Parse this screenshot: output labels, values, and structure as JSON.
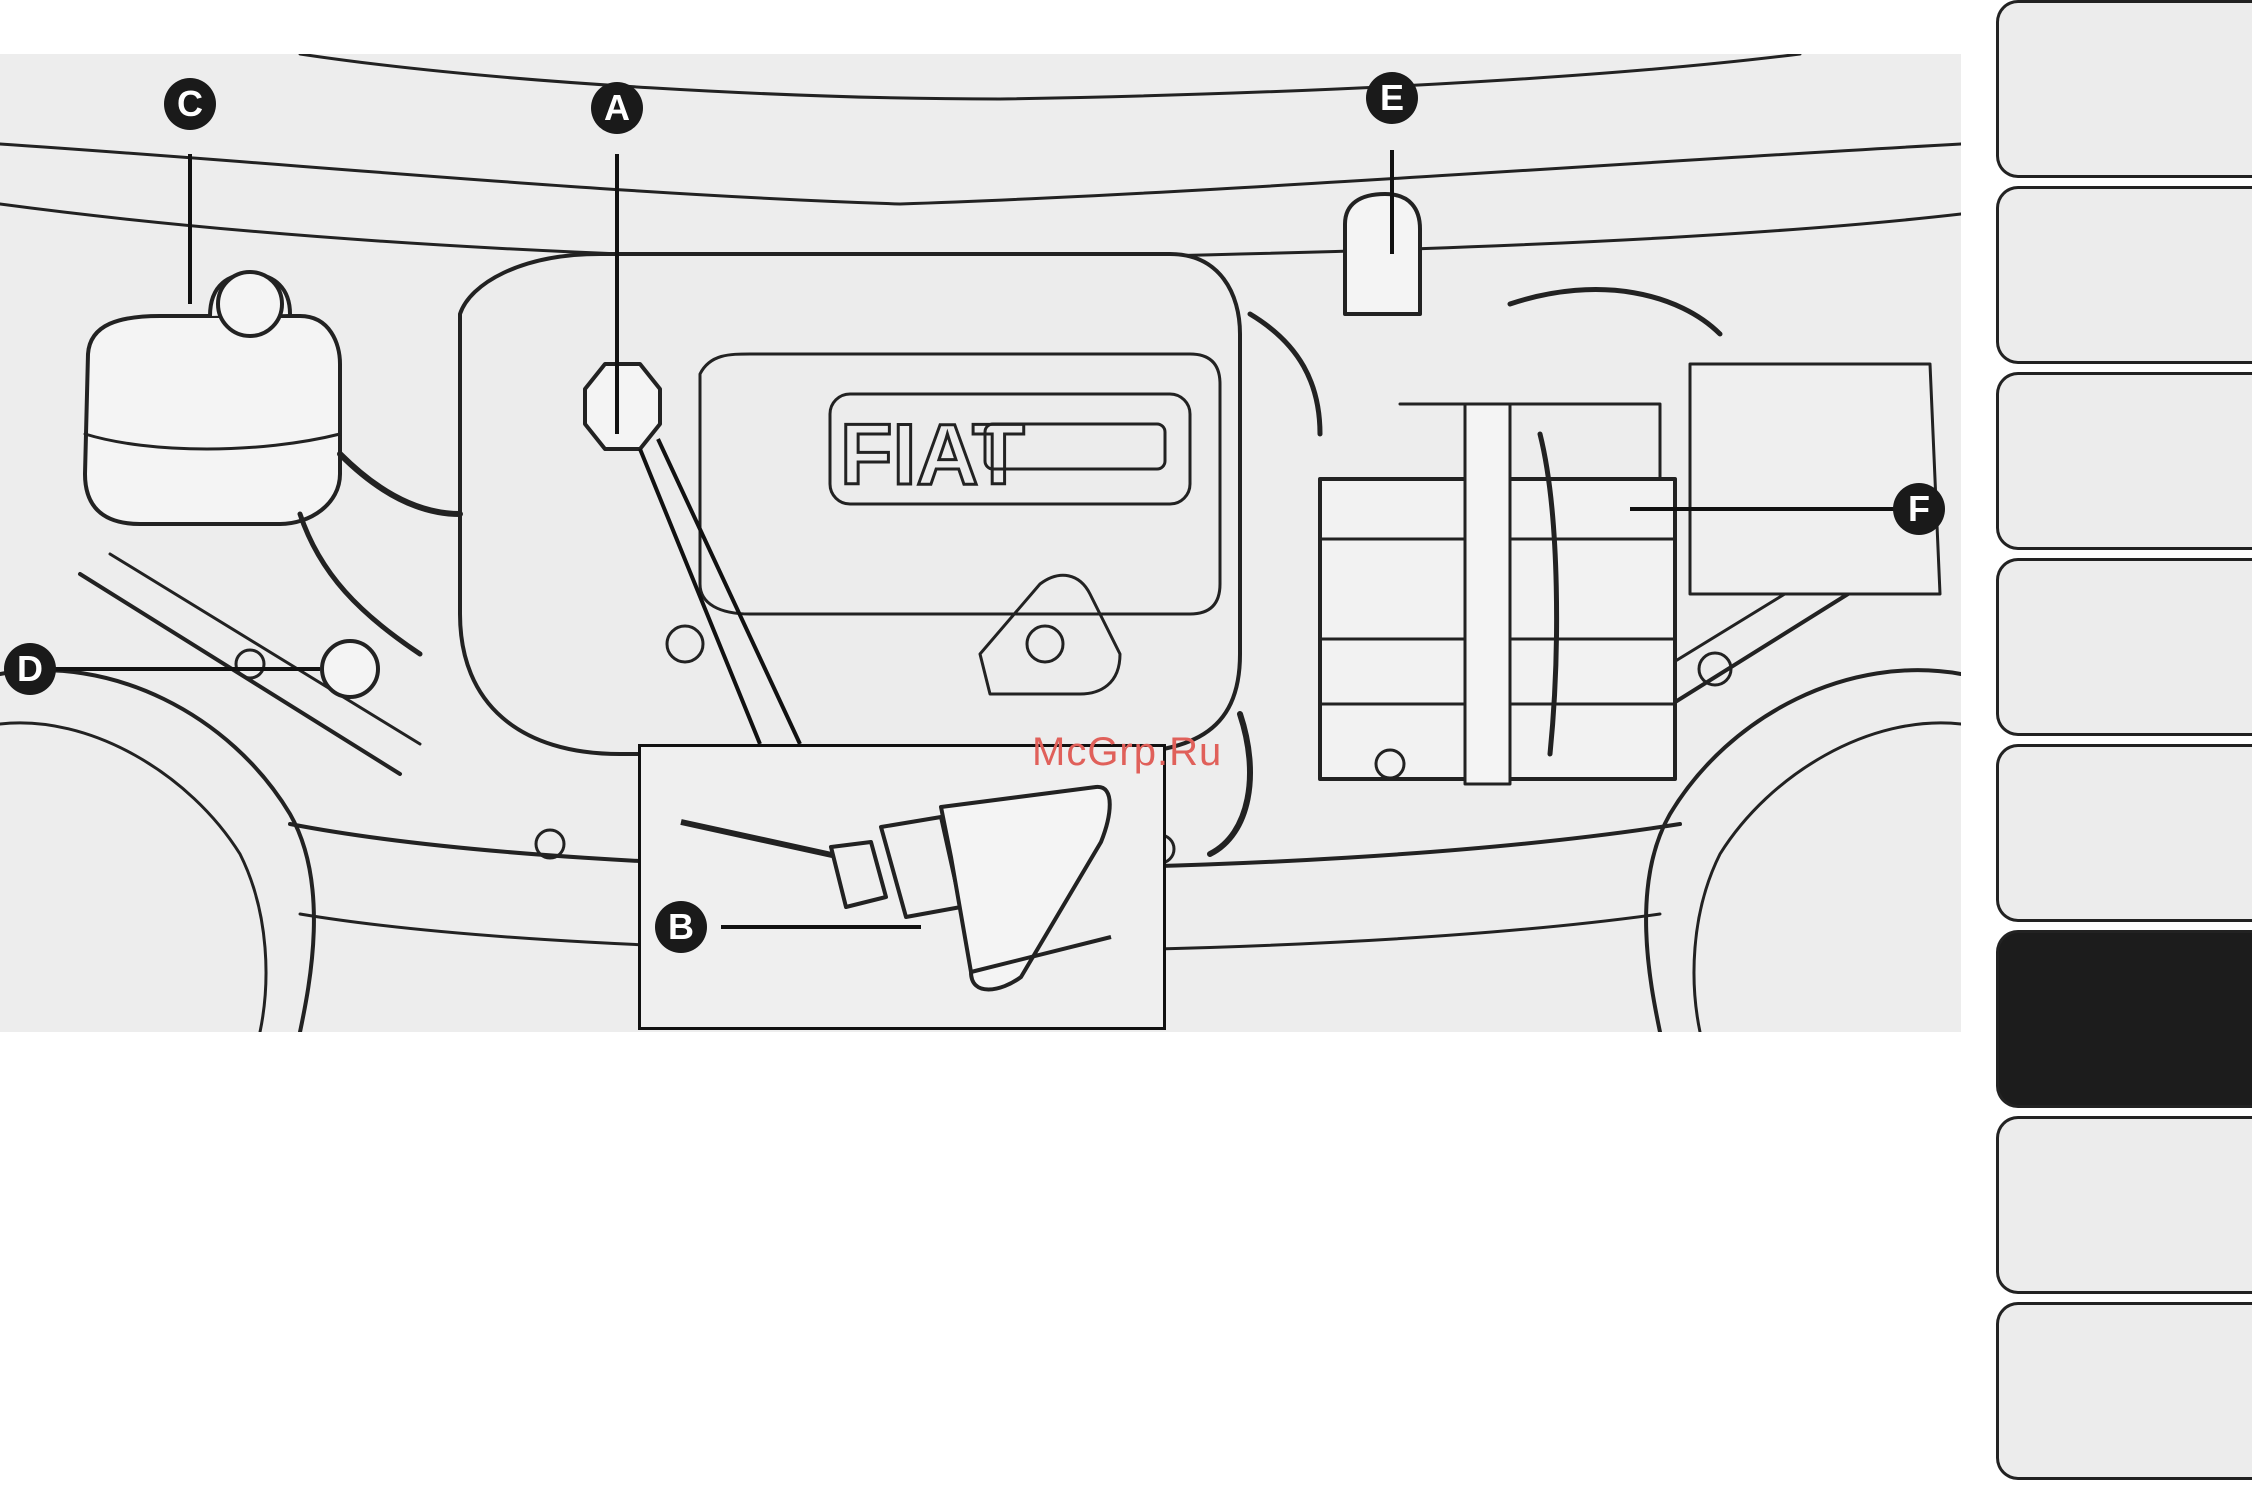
{
  "figure": {
    "callouts": {
      "A": "A",
      "B": "B",
      "C": "C",
      "D": "D",
      "E": "E",
      "F": "F"
    },
    "logo_text": "FIAT",
    "watermark": "McGrp.Ru"
  },
  "tabs": [
    {
      "label": "",
      "active": false
    },
    {
      "label": "",
      "active": false
    },
    {
      "label": "",
      "active": false
    },
    {
      "label": "",
      "active": false
    },
    {
      "label": "",
      "active": false
    },
    {
      "label": "",
      "active": true
    },
    {
      "label": "",
      "active": false
    },
    {
      "label": "",
      "active": false
    }
  ],
  "colors": {
    "background": "#ffffff",
    "figure": "#ededed",
    "callout": "#1a1a1a",
    "tab": "#ececec",
    "tab_active": "#1c1c1c",
    "watermark": "#e0605a"
  }
}
